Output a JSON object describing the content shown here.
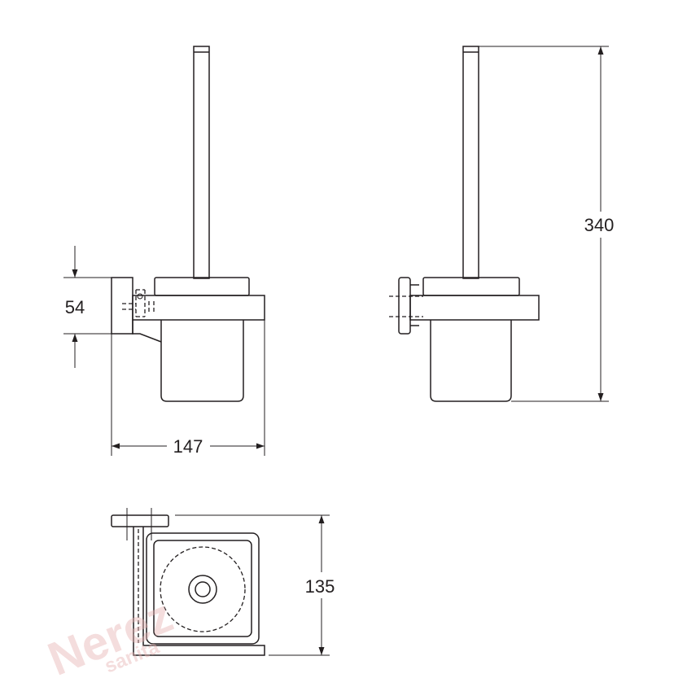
{
  "dimensions": {
    "height_total": "340",
    "bracket_height": "54",
    "width": "147",
    "depth": "135"
  },
  "watermark": {
    "brand": "Nerez",
    "sub": "sanita"
  },
  "colors": {
    "line": "#231f20",
    "watermark": "#e8b4b4"
  }
}
